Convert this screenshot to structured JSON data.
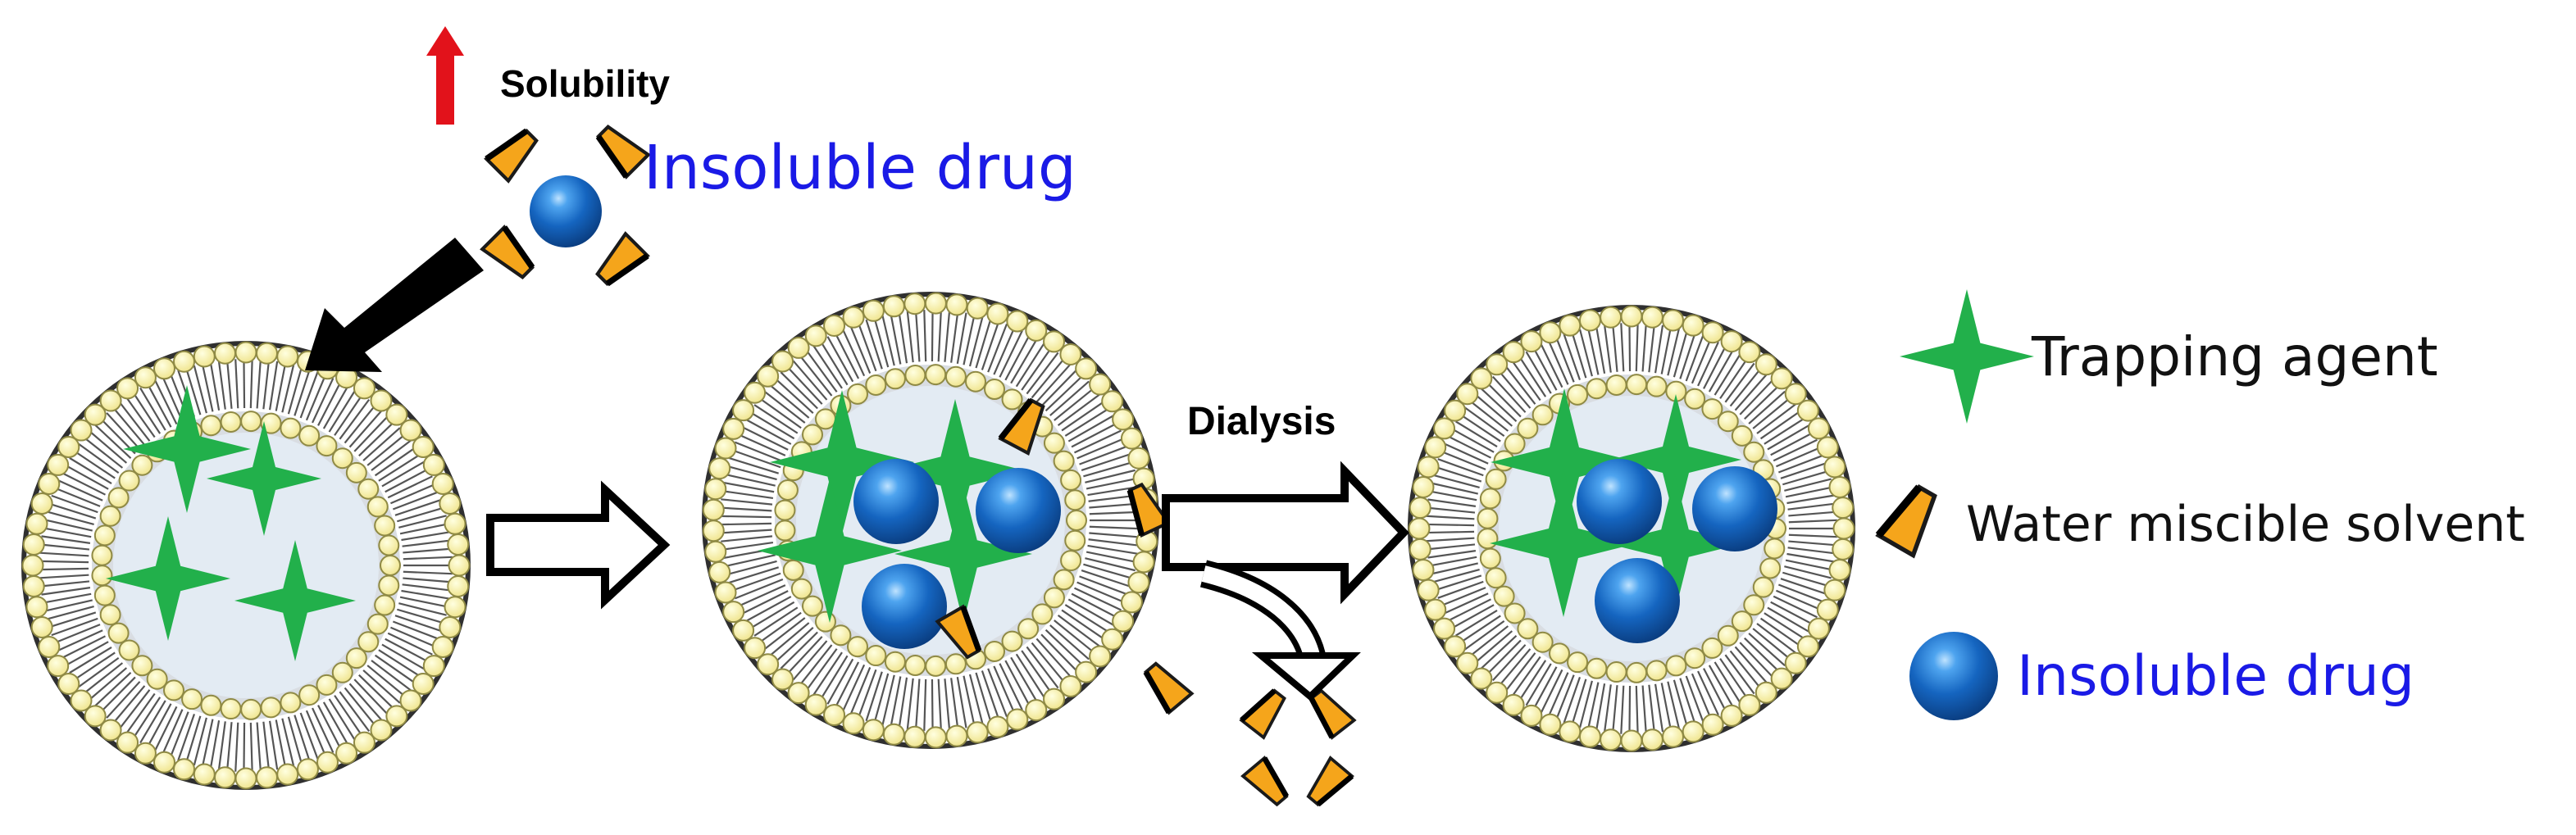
{
  "top": {
    "solubility_label": "Solubility",
    "drug_label": "Insoluble drug"
  },
  "process": {
    "dialysis_label": "Dialysis"
  },
  "legend": {
    "trapping_agent": "Trapping agent",
    "water_miscible_solvent": "Water miscible solvent",
    "insoluble_drug": "Insoluble drug"
  },
  "colors": {
    "lipid_head": "#f8f0a0",
    "lipid_stroke": "#8f8a45",
    "interior": "#e3ebf3",
    "trapping_agent": "#22b04b",
    "drug": "#1565c0",
    "solvent": "#f5a51b",
    "solubility_arrow": "#e2121b",
    "drug_text": "#1a1ae6"
  },
  "icons": [
    "star-icon",
    "wedge-icon",
    "sphere-icon",
    "arrow-icon"
  ]
}
